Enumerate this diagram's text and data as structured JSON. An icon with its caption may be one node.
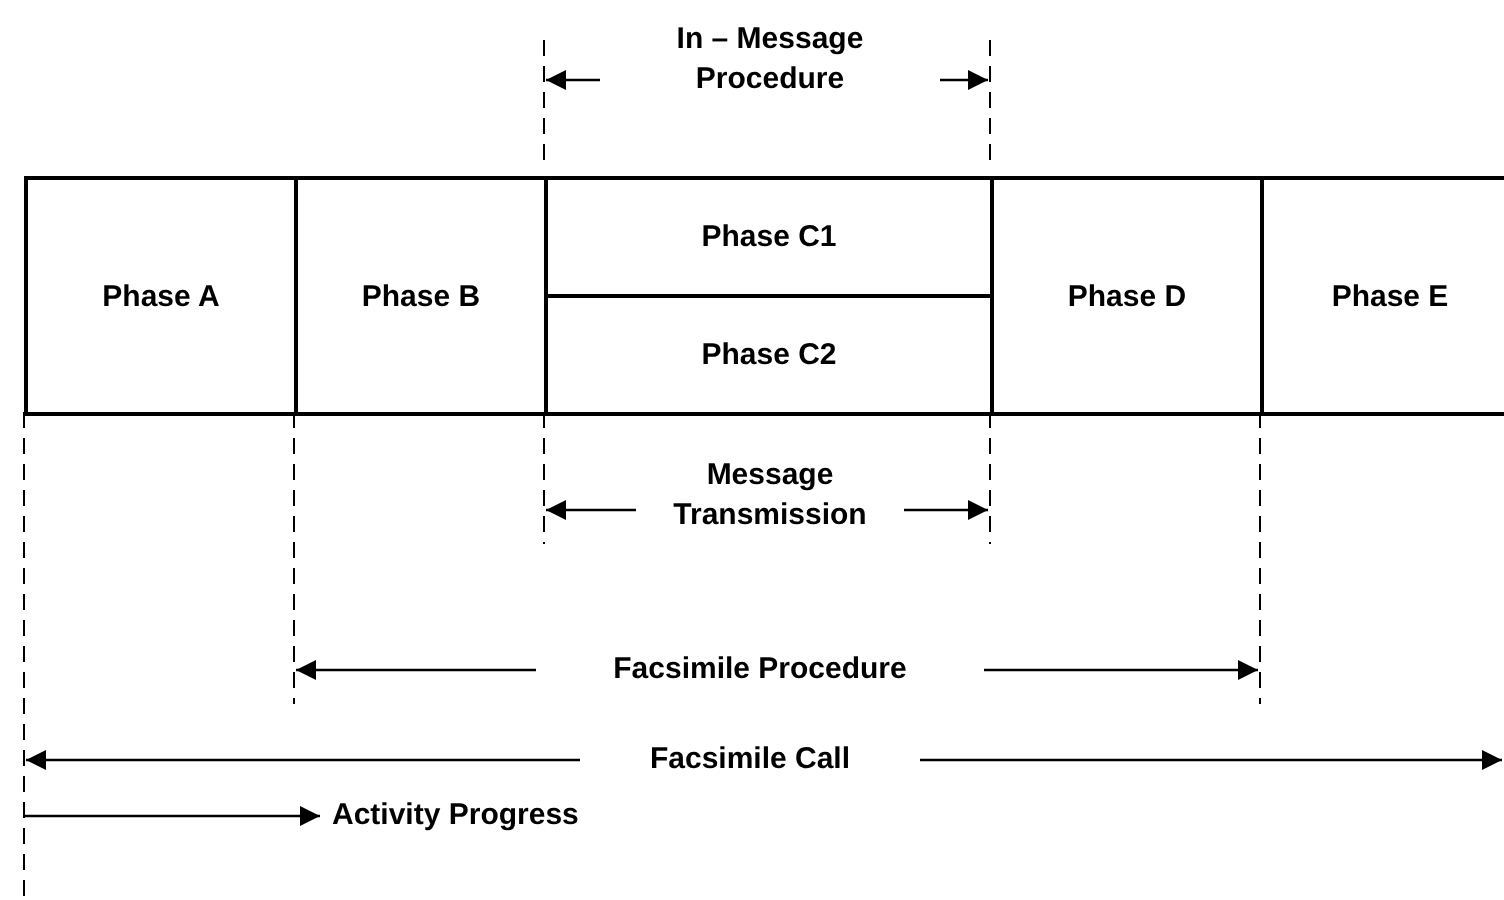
{
  "diagram": {
    "nodes": [
      {
        "text": [
          "Phase A"
        ]
      },
      {
        "text": [
          "Phase B"
        ]
      },
      {
        "text": [
          "Phase C1"
        ]
      },
      {
        "text": [
          "Phase C2"
        ]
      },
      {
        "text": [
          "Phase D"
        ]
      },
      {
        "text": [
          "Phase E"
        ]
      }
    ],
    "edges": [],
    "labels": [
      "In – Message Procedure",
      "Message Transmission",
      "Facsimile Procedure",
      "Facsimile Call",
      "Activity Progress"
    ]
  }
}
